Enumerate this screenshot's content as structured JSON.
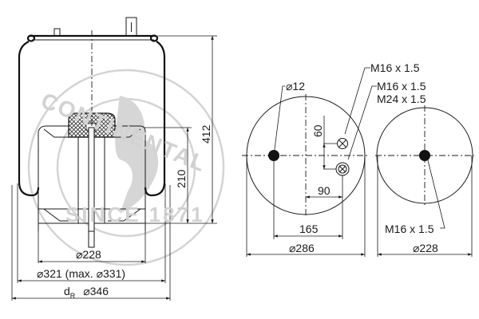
{
  "watermark": {
    "top_text": "CONTINENTAL",
    "bottom_text": "SINCE 1871",
    "color": "#d0d0d0"
  },
  "side_view": {
    "height_overall": "412",
    "height_piston": "210",
    "dia_piston": "⌀228",
    "dia_bellow": "⌀321 (max. ⌀331)",
    "dia_reference_prefix": "d",
    "dia_reference_sub": "R",
    "dia_reference": "⌀346"
  },
  "top_plate_view": {
    "hole_dia": "⌀12",
    "thread_1": "M16 x 1.5",
    "thread_2": "M16 x 1.5",
    "thread_3": "M24 x 1.5",
    "offset_vertical": "60",
    "offset_horizontal": "90",
    "hole_spacing": "165",
    "plate_dia": "⌀286"
  },
  "bottom_plate_view": {
    "thread": "M16 x 1.5",
    "plate_dia": "⌀228"
  },
  "colors": {
    "line": "#1a1a1a",
    "background": "#ffffff",
    "watermark": "#d4d4d4"
  }
}
